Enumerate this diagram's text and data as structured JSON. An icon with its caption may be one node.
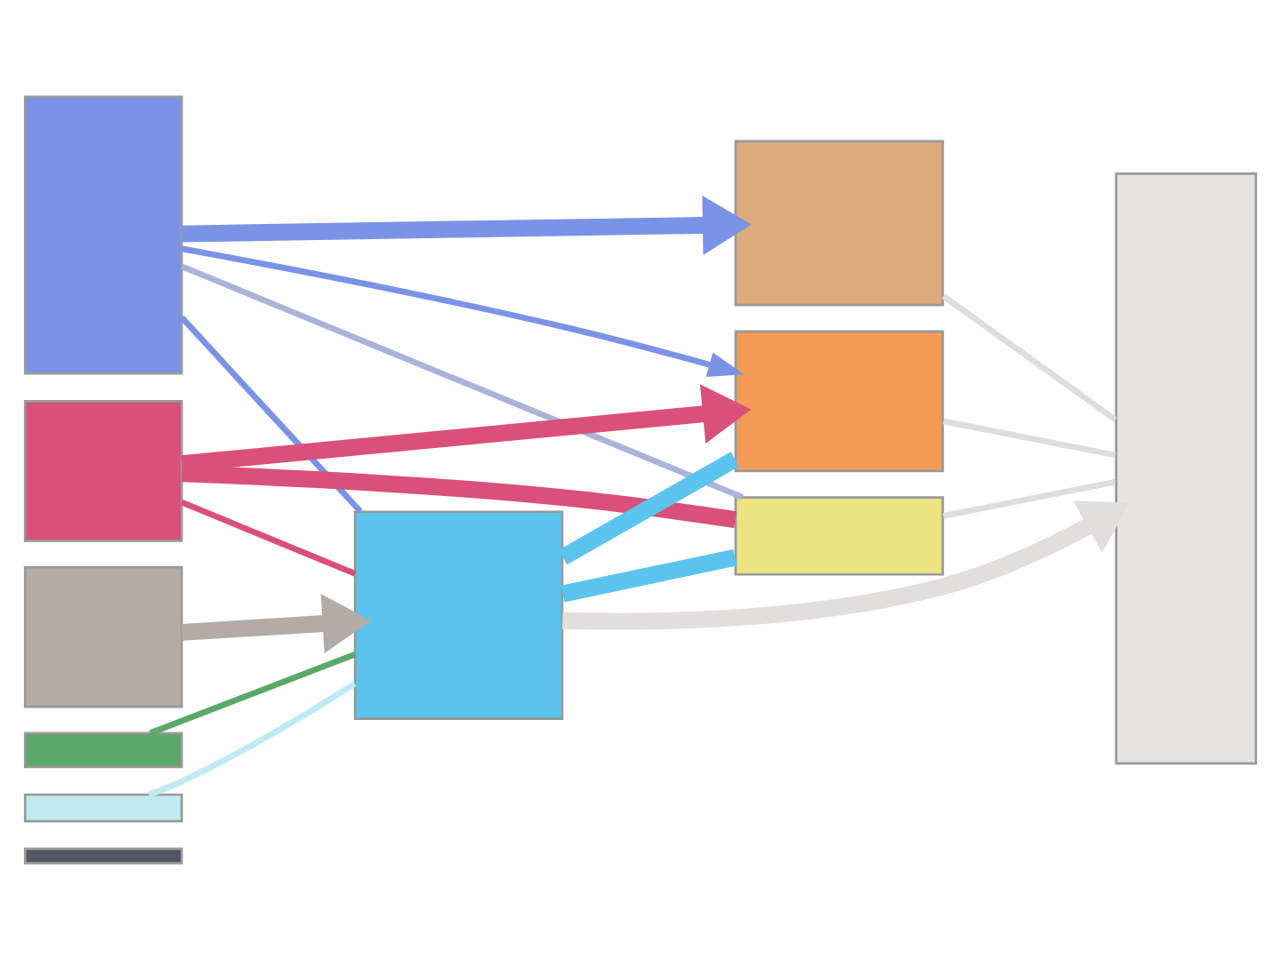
{
  "diagram": {
    "nodes": [
      {
        "text": [],
        "shape": "box"
      },
      {
        "text": [],
        "shape": "box"
      },
      {
        "text": [],
        "shape": "box"
      },
      {
        "text": [],
        "shape": "box"
      },
      {
        "text": [],
        "shape": "box"
      },
      {
        "text": [],
        "shape": "box"
      },
      {
        "text": [],
        "shape": "box"
      },
      {
        "text": [],
        "shape": "box"
      },
      {
        "text": [],
        "shape": "box"
      },
      {
        "text": [],
        "shape": "box"
      },
      {
        "text": [],
        "shape": "box"
      }
    ],
    "edges": [
      {
        "from": 0,
        "to": 6,
        "arrow": "to",
        "style": "thick",
        "color": "#7b93e6"
      },
      {
        "from": 0,
        "to": 7,
        "arrow": "to",
        "color": "#7b93e6"
      },
      {
        "from": 0,
        "to": 8,
        "arrow": "none",
        "color": "#a9b4d8"
      },
      {
        "from": 0,
        "to": 9,
        "arrow": "none",
        "color": "#7b93e6"
      },
      {
        "from": 1,
        "to": 7,
        "arrow": "to",
        "style": "thick",
        "color": "#d9507a"
      },
      {
        "from": 1,
        "to": 8,
        "arrow": "none",
        "style": "thick",
        "color": "#d9507a"
      },
      {
        "from": 1,
        "to": 9,
        "arrow": "none",
        "color": "#d9507a"
      },
      {
        "from": 2,
        "to": 9,
        "arrow": "to",
        "style": "thick",
        "color": "#b3aca6"
      },
      {
        "from": 3,
        "to": 9,
        "arrow": "none",
        "color": "#5aa86a"
      },
      {
        "from": 4,
        "to": 9,
        "arrow": "none",
        "color": "#bfeaf2"
      },
      {
        "from": 9,
        "to": 7,
        "arrow": "none",
        "style": "thick",
        "color": "#5bc4ee"
      },
      {
        "from": 9,
        "to": 8,
        "arrow": "none",
        "style": "thick",
        "color": "#5bc4ee"
      },
      {
        "from": 9,
        "to": 10,
        "arrow": "to",
        "style": "thick",
        "color": "#e2dedd"
      },
      {
        "from": 6,
        "to": 10,
        "arrow": "none",
        "color": "#dddddd"
      },
      {
        "from": 7,
        "to": 10,
        "arrow": "none",
        "color": "#dddddd"
      },
      {
        "from": 8,
        "to": 10,
        "arrow": "none",
        "color": "#dddddd"
      }
    ]
  }
}
